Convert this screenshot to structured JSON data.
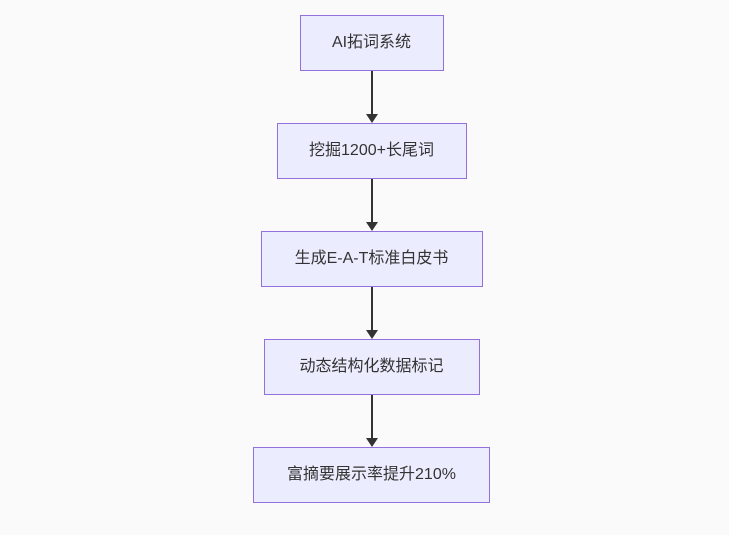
{
  "diagram": {
    "type": "flowchart",
    "direction": "top-down",
    "background_color": "#fafafa",
    "node_fill_color": "#ececff",
    "node_border_color": "#9370db",
    "node_text_color": "#333333",
    "arrow_color": "#333333",
    "nodes": [
      {
        "label": "AI拓词系统"
      },
      {
        "label": "挖掘1200+长尾词"
      },
      {
        "label": "生成E-A-T标准白皮书"
      },
      {
        "label": "动态结构化数据标记"
      },
      {
        "label": "富摘要展示率提升210%"
      }
    ],
    "edges": [
      {
        "from": 0,
        "to": 1
      },
      {
        "from": 1,
        "to": 2
      },
      {
        "from": 2,
        "to": 3
      },
      {
        "from": 3,
        "to": 4
      }
    ]
  }
}
